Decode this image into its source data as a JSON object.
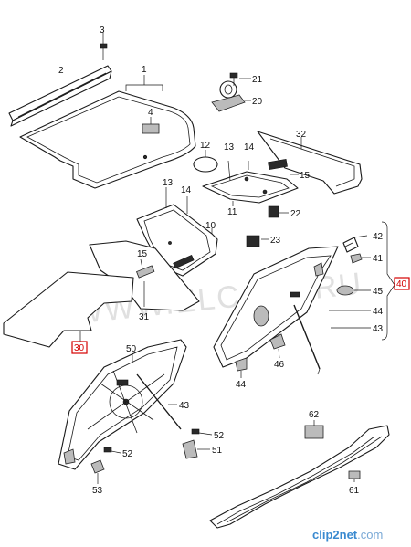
{
  "watermark": "WWW.ELCATS.RU",
  "brand": {
    "name": "clip2net",
    "domain": ".com"
  },
  "labels": {
    "p1": "1",
    "p2": "2",
    "p3": "3",
    "p4": "4",
    "p10": "10",
    "p11": "11",
    "p12": "12",
    "p13a": "13",
    "p13b": "13",
    "p14a": "14",
    "p14b": "14",
    "p15a": "15",
    "p15b": "15",
    "p20": "20",
    "p21": "21",
    "p22": "22",
    "p23": "23",
    "p30": "30",
    "p31": "31",
    "p32": "32",
    "p40": "40",
    "p41": "41",
    "p42": "42",
    "p43a": "43",
    "p43b": "43",
    "p44a": "44",
    "p44b": "44",
    "p45": "45",
    "p46": "46",
    "p50": "50",
    "p51": "51",
    "p52a": "52",
    "p52b": "52",
    "p53": "53",
    "p61": "61",
    "p62": "62"
  }
}
